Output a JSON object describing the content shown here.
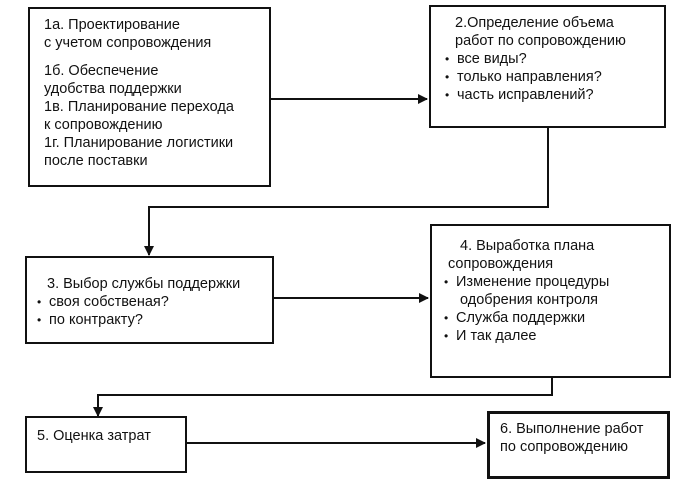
{
  "box1": {
    "lines": [
      "1а. Проектирование",
      "с учетом сопровождения",
      "1б. Обеспечение",
      "удобства поддержки",
      "1в. Планирование перехода",
      "к сопровождению",
      "1г. Планирование логистики",
      "после поставки"
    ]
  },
  "box2": {
    "title": [
      "2.Определение объема",
      "работ по сопровождению"
    ],
    "bullets": [
      "все виды?",
      "только направления?",
      "часть исправлений?"
    ]
  },
  "box3": {
    "title": [
      "3. Выбор службы поддержки"
    ],
    "bullets": [
      "своя собственая?",
      "по контракту?"
    ]
  },
  "box4": {
    "title": [
      "4. Выработка плана",
      "сопровождения"
    ],
    "bullets": [
      "Изменение процедуры",
      "одобрения контроля",
      "Служба поддержки",
      "И так далее"
    ]
  },
  "box5": {
    "label": "5. Оценка затрат"
  },
  "box6": {
    "lines": [
      "6. Выполнение работ",
      "по сопровождению"
    ]
  }
}
